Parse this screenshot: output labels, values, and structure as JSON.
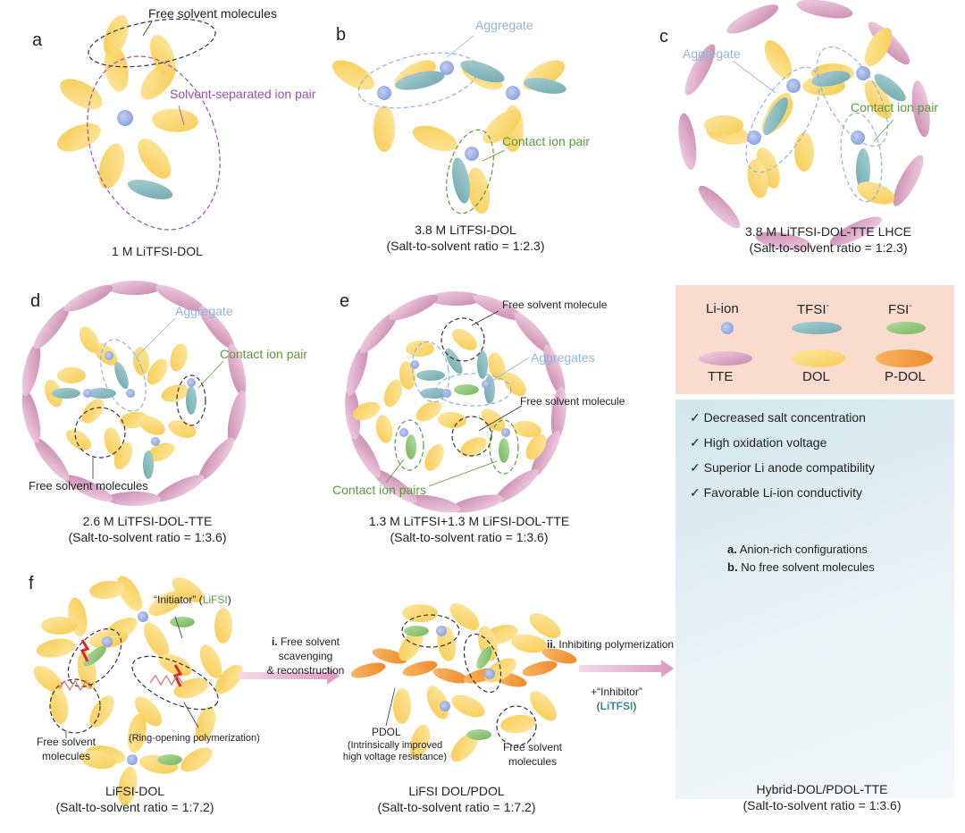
{
  "panels": {
    "a": {
      "letter": "a",
      "caption": "1 M LiTFSI-DOL",
      "label_free": "Free solvent molecules",
      "label_ssip": "Solvent-separated ion pair"
    },
    "b": {
      "letter": "b",
      "caption1": "3.8 M LiTFSI-DOL",
      "caption2": "(Salt-to-solvent ratio = 1:2.3)",
      "label_agg": "Aggregate",
      "label_cip": "Contact ion pair"
    },
    "c": {
      "letter": "c",
      "caption1": "3.8 M LiTFSI-DOL-TTE LHCE",
      "caption2": "(Salt-to-solvent ratio = 1:2.3)",
      "label_agg": "Aggregate",
      "label_cip": "Contact ion pair"
    },
    "d": {
      "letter": "d",
      "caption1": "2.6 M LiTFSI-DOL-TTE",
      "caption2": "(Salt-to-solvent ratio = 1:3.6)",
      "label_agg": "Aggregate",
      "label_cip": "Contact ion pair",
      "label_free": "Free solvent molecules"
    },
    "e": {
      "letter": "e",
      "caption1": "1.3 M LiTFSI+1.3 M LiFSI-DOL-TTE",
      "caption2": "(Salt-to-solvent ratio = 1:3.6)",
      "label_free1": "Free solvent molecule",
      "label_agg": "Aggregates",
      "label_free2": "Free solvent molecule",
      "label_cip": "Contact ion pairs"
    },
    "f": {
      "letter": "f",
      "initiator_pre": "“Initiator” (",
      "initiator_name": "LiFSI",
      "initiator_post": ")",
      "free1_a": "Free solvent",
      "free1_b": "molecules",
      "ring": "(Ring-opening polymerization)",
      "step1_num": "i.",
      "step1_a": "Free solvent scavenging",
      "step1_b": "& reconstruction",
      "pdol": "PDOL",
      "pdol_note1": "(Intrinsically improved",
      "pdol_note2": "high voltage resistance)",
      "free2_a": "Free solvent",
      "free2_b": "molecules",
      "step2_num": "ii.",
      "step2": "Inhibiting polymerization",
      "inhibitor_pre": "+“Inhibitor”",
      "inhibitor_name": "LiTFSI",
      "cap1_1": "LiFSI-DOL",
      "cap1_2": "(Salt-to-solvent ratio = 1:7.2)",
      "cap2_1": "LiFSI DOL/PDOL",
      "cap2_2": "(Salt-to-solvent ratio = 1:7.2)",
      "cap3_1": "Hybrid-DOL/PDOL-TTE",
      "cap3_2": "(Salt-to-solvent ratio = 1:3.6)"
    }
  },
  "legend": {
    "li": "Li-ion",
    "tfsi": "TFSI",
    "tfsi_sup": "-",
    "fsi": "FSI",
    "fsi_sup": "-",
    "tte": "TTE",
    "dol": "DOL",
    "pdol": "P-DOL"
  },
  "properties": {
    "items": [
      "✓  Decreased salt concentration",
      "✓  High oxidation voltage",
      "✓  Superior Li anode compatibility",
      "✓  Favorable Li-ion conductivity"
    ],
    "feat_a_letter": "a.",
    "feat_a": "Anion-rich configurations",
    "feat_b_letter": "b.",
    "feat_b": "No free solvent molecules"
  },
  "colors": {
    "li": "#9fb3e3",
    "tfsi": "#8cbcc0",
    "fsi": "#92c77b",
    "tte": "#dba8c6",
    "dol": "#fbd772",
    "pdol": "#f4a24c",
    "aggregate": "#8fb4dc",
    "contact_ion_pair": "#5a9a3c",
    "ssip": "#9a4fb0",
    "spark": "#d9262c"
  }
}
